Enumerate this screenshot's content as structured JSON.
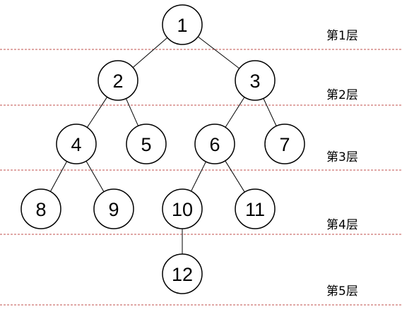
{
  "tree": {
    "nodes": [
      {
        "id": "n1",
        "label": "1",
        "level": 1
      },
      {
        "id": "n2",
        "label": "2",
        "level": 2
      },
      {
        "id": "n3",
        "label": "3",
        "level": 2
      },
      {
        "id": "n4",
        "label": "4",
        "level": 3
      },
      {
        "id": "n5",
        "label": "5",
        "level": 3
      },
      {
        "id": "n6",
        "label": "6",
        "level": 3
      },
      {
        "id": "n7",
        "label": "7",
        "level": 3
      },
      {
        "id": "n8",
        "label": "8",
        "level": 4
      },
      {
        "id": "n9",
        "label": "9",
        "level": 4
      },
      {
        "id": "n10",
        "label": "10",
        "level": 4
      },
      {
        "id": "n11",
        "label": "11",
        "level": 4
      },
      {
        "id": "n12",
        "label": "12",
        "level": 5
      }
    ],
    "edges": [
      {
        "from": "n1",
        "to": "n2"
      },
      {
        "from": "n1",
        "to": "n3"
      },
      {
        "from": "n2",
        "to": "n4"
      },
      {
        "from": "n2",
        "to": "n5"
      },
      {
        "from": "n3",
        "to": "n6"
      },
      {
        "from": "n3",
        "to": "n7"
      },
      {
        "from": "n4",
        "to": "n8"
      },
      {
        "from": "n4",
        "to": "n9"
      },
      {
        "from": "n6",
        "to": "n10"
      },
      {
        "from": "n6",
        "to": "n11"
      },
      {
        "from": "n10",
        "to": "n12"
      }
    ]
  },
  "levels": [
    {
      "label": "第1层"
    },
    {
      "label": "第2层"
    },
    {
      "label": "第3层"
    },
    {
      "label": "第4层"
    },
    {
      "label": "第5层"
    }
  ],
  "colors": {
    "separator": "#c0504d",
    "stroke": "#000000",
    "fill": "#ffffff"
  }
}
